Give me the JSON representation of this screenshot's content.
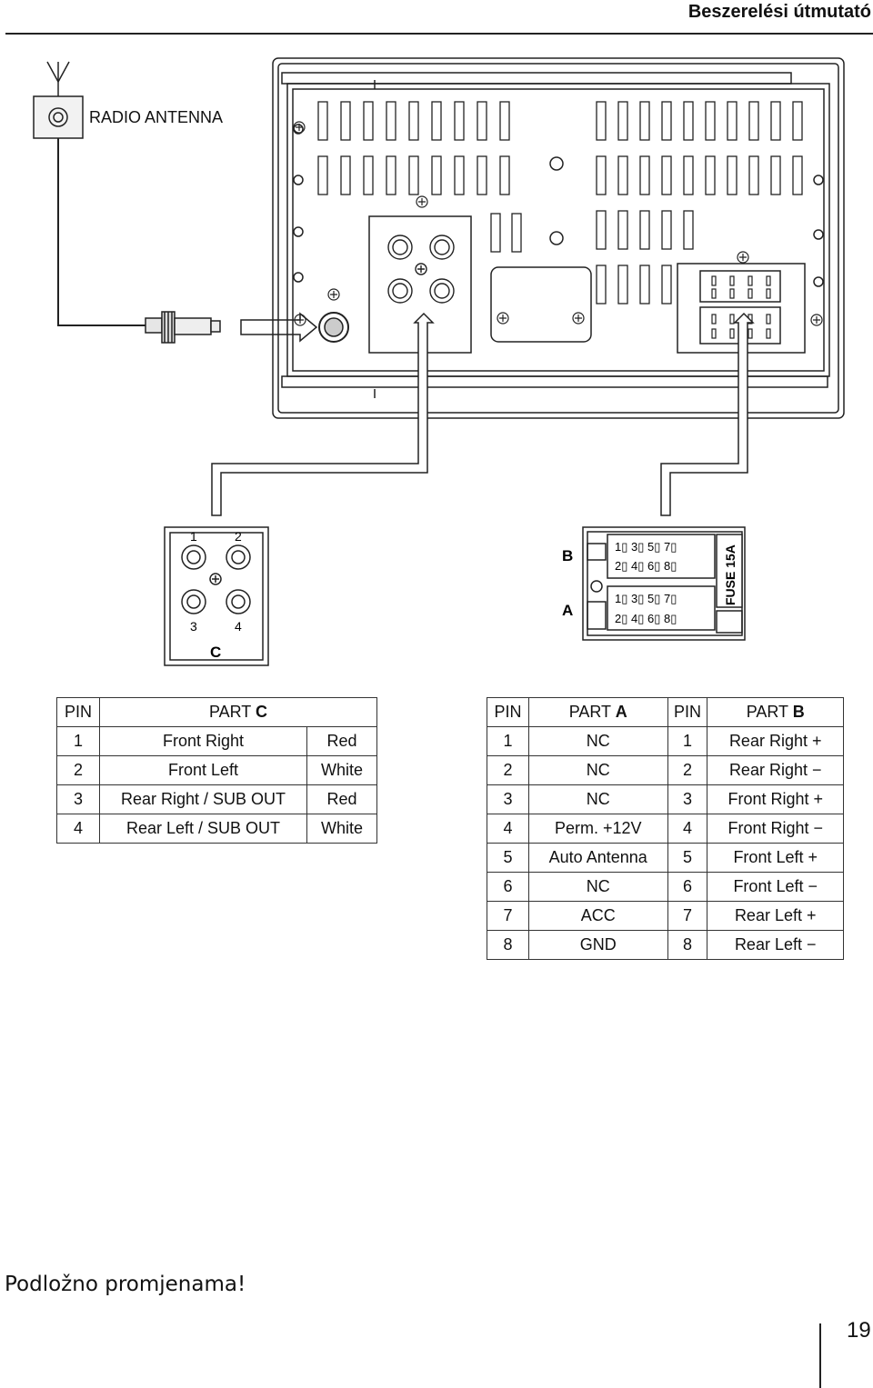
{
  "header": {
    "title": "Beszerelési útmutató"
  },
  "diagram": {
    "antenna_label": "RADIO ANTENNA",
    "part_c": {
      "pins_top": [
        "1",
        "2"
      ],
      "pins_bottom": [
        "3",
        "4"
      ],
      "label": "C"
    },
    "part_ab": {
      "label_b": "B",
      "label_a": "A",
      "b_row1": "1▯ 3▯ 5▯ 7▯",
      "b_row2": "2▯ 4▯ 6▯ 8▯",
      "a_row1": "1▯ 3▯ 5▯ 7▯",
      "a_row2": "2▯ 4▯ 6▯ 8▯",
      "fuse": "FUSE 15A"
    }
  },
  "table_c": {
    "headers": {
      "pin": "PIN",
      "part_prefix": "PART",
      "part_letter": "C"
    },
    "rows": [
      {
        "pin": "1",
        "name": "Front Right",
        "color": "Red"
      },
      {
        "pin": "2",
        "name": "Front Left",
        "color": "White"
      },
      {
        "pin": "3",
        "name": "Rear Right / SUB OUT",
        "color": "Red"
      },
      {
        "pin": "4",
        "name": "Rear Left / SUB OUT",
        "color": "White"
      }
    ]
  },
  "table_ab": {
    "headers": {
      "pin_a": "PIN",
      "part_a_prefix": "PART",
      "part_a_letter": "A",
      "pin_b": "PIN",
      "part_b_prefix": "PART",
      "part_b_letter": "B"
    },
    "rows": [
      {
        "pin_a": "1",
        "part_a": "NC",
        "pin_b": "1",
        "part_b": "Rear Right +"
      },
      {
        "pin_a": "2",
        "part_a": "NC",
        "pin_b": "2",
        "part_b": "Rear Right −"
      },
      {
        "pin_a": "3",
        "part_a": "NC",
        "pin_b": "3",
        "part_b": "Front Right +"
      },
      {
        "pin_a": "4",
        "part_a": "Perm. +12V",
        "pin_b": "4",
        "part_b": "Front Right −"
      },
      {
        "pin_a": "5",
        "part_a": "Auto Antenna",
        "pin_b": "5",
        "part_b": "Front Left +"
      },
      {
        "pin_a": "6",
        "part_a": "NC",
        "pin_b": "6",
        "part_b": "Front Left −"
      },
      {
        "pin_a": "7",
        "part_a": "ACC",
        "pin_b": "7",
        "part_b": "Rear Left +"
      },
      {
        "pin_a": "8",
        "part_a": "GND",
        "pin_b": "8",
        "part_b": "Rear Left −"
      }
    ]
  },
  "footer": {
    "note": "Podložno promjenama!",
    "page_number": "19"
  }
}
